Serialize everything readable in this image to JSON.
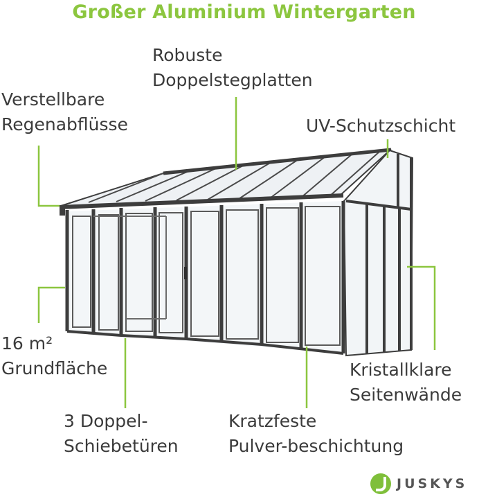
{
  "title": "Großer Aluminium Wintergarten",
  "labels": {
    "roof_panels": [
      "Robuste",
      "Doppelstegplatten"
    ],
    "drains": [
      "Verstellbare",
      "Regenabflüsse"
    ],
    "uv": [
      "UV-Schutzschicht"
    ],
    "area": [
      "16 m²",
      "Grundfläche"
    ],
    "doors": [
      "3 Doppel-",
      "Schiebetüren"
    ],
    "coating": [
      "Kratzfeste",
      "Pulver-beschichtung"
    ],
    "walls": [
      "Kristallklare",
      "Seitenwände"
    ]
  },
  "brand": "JUSKYS",
  "colors": {
    "accent": "#8cc63f",
    "frame": "#3d3d3d",
    "text": "#3b3b3b"
  }
}
